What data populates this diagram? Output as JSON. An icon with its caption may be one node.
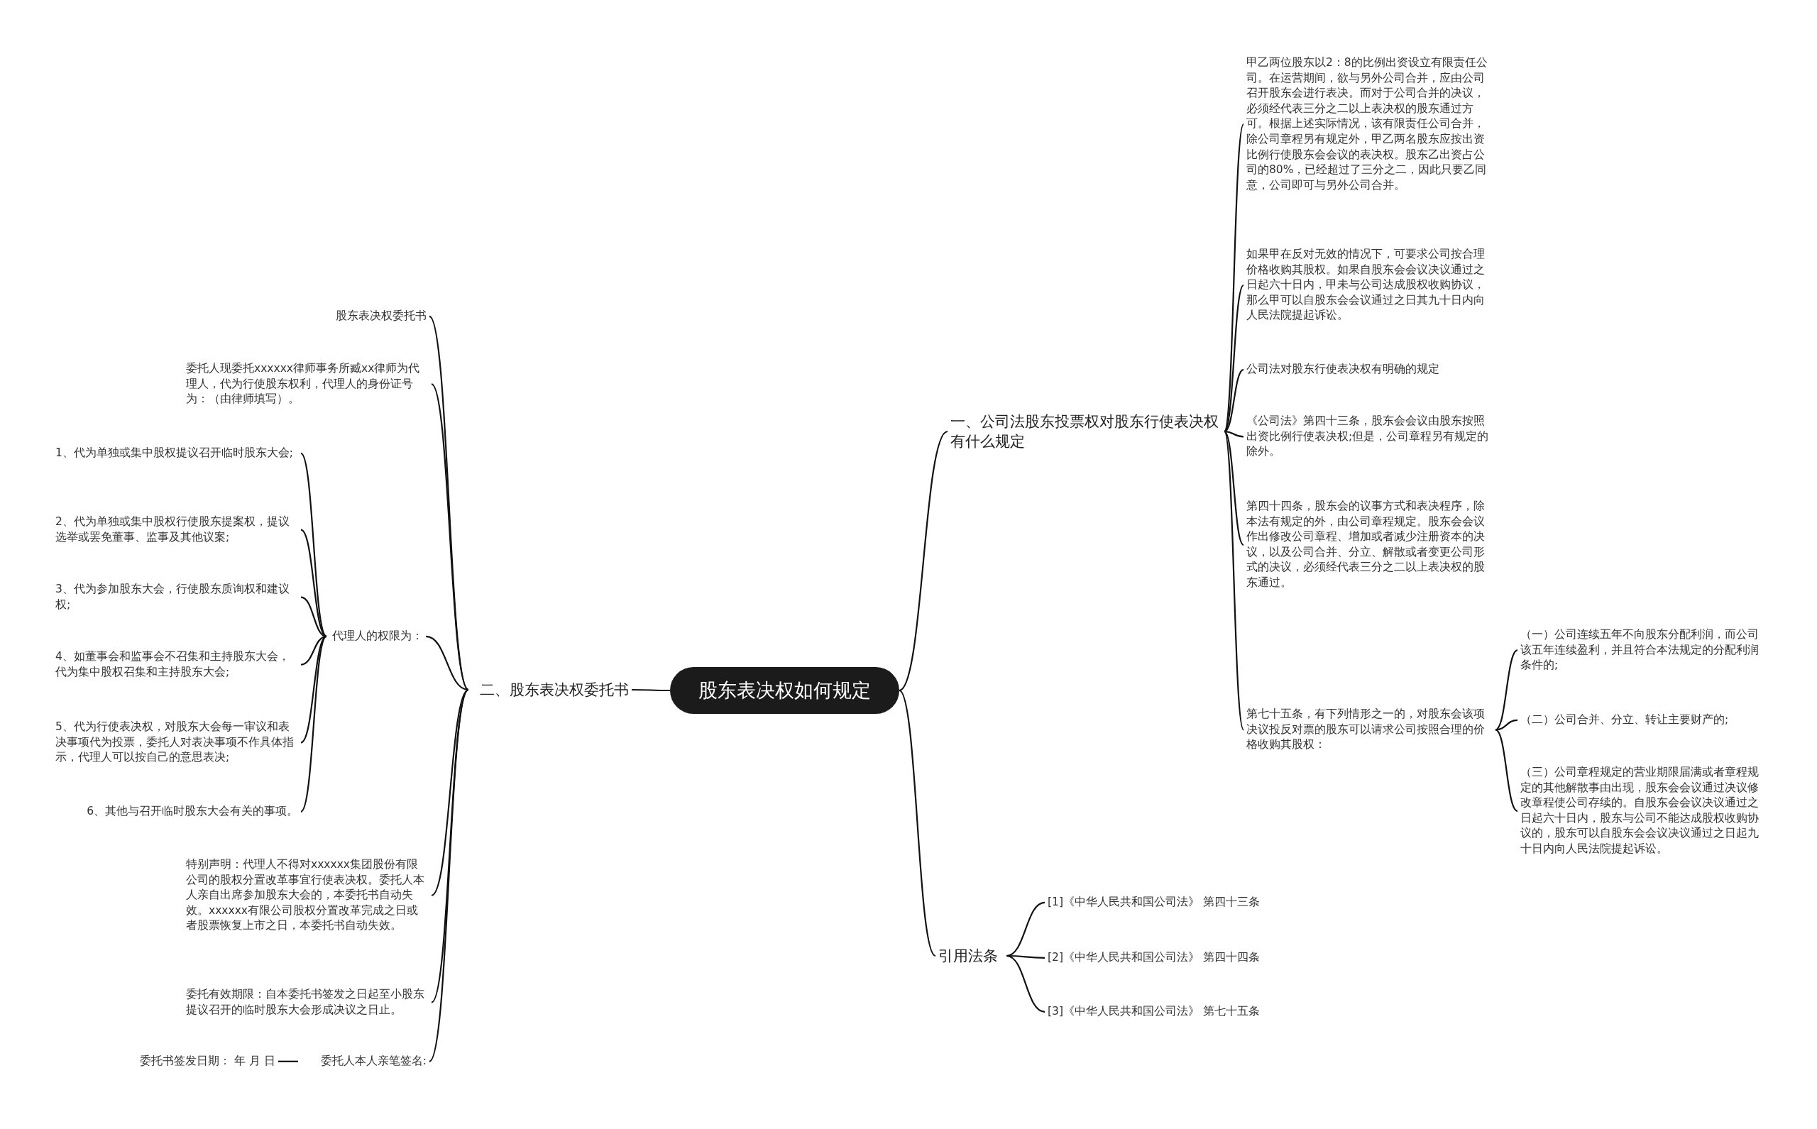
{
  "diagram": {
    "nodes": [
      {
        "text": [
          "股东表决权如何规定"
        ]
      },
      {
        "text": [
          "一、公司法股东投票权对股东行使表决权有什么规定"
        ]
      },
      {
        "text": [
          "甲乙两位股东以2：8的比例出资设立有限责任公司。在运营期间，欲与另外公司合并，应由公司召开股东会进行表决。而对于公司合并的决议，必须经代表三分之二以上表决权的股东通过方可。根据上述实际情况，该有限责任公司合并，除公司章程另有规定外，甲乙两名股东应按出资比例行使股东会会议的表决权。股东乙出资占公司的80%，已经超过了三分之二，因此只要乙同意，公司即可与另外公司合并。"
        ]
      },
      {
        "text": [
          "如果甲在反对无效的情况下，可要求公司按合理价格收购其股权。如果自股东会会议决议通过之日起六十日内，甲未与公司达成股权收购协议，那么甲可以自股东会会议通过之日其九十日内向人民法院提起诉讼。"
        ]
      },
      {
        "text": [
          "公司法对股东行使表决权有明确的规定"
        ]
      },
      {
        "text": [
          "《公司法》第四十三条，股东会会议由股东按照出资比例行使表决权;但是，公司章程另有规定的除外。"
        ]
      },
      {
        "text": [
          "第四十四条，股东会的议事方式和表决程序，除本法有规定的外，由公司章程规定。股东会会议作出修改公司章程、增加或者减少注册资本的决议，以及公司合并、分立、解散或者变更公司形式的决议，必须经代表三分之二以上表决权的股东通过。"
        ]
      },
      {
        "text": [
          "第七十五条，有下列情形之一的，对股东会该项决议投反对票的股东可以请求公司按照合理的价格收购其股权："
        ]
      },
      {
        "text": [
          "（一）公司连续五年不向股东分配利润，而公司该五年连续盈利，并且符合本法规定的分配利润条件的;"
        ]
      },
      {
        "text": [
          "（二）公司合并、分立、转让主要财产的;"
        ]
      },
      {
        "text": [
          "（三）公司章程规定的营业期限届满或者章程规定的其他解散事由出现，股东会会议通过决议修改章程使公司存续的。自股东会会议决议通过之日起六十日内，股东与公司不能达成股权收购协议的，股东可以自股东会会议决议通过之日起九十日内向人民法院提起诉讼。"
        ]
      },
      {
        "text": [
          "引用法条"
        ]
      },
      {
        "text": [
          "[1]《中华人民共和国公司法》 第四十三条"
        ]
      },
      {
        "text": [
          "[2]《中华人民共和国公司法》 第四十四条"
        ]
      },
      {
        "text": [
          "[3]《中华人民共和国公司法》 第七十五条"
        ]
      },
      {
        "text": [
          "二、股东表决权委托书"
        ]
      },
      {
        "text": [
          "股东表决权委托书"
        ]
      },
      {
        "text": [
          "委托人现委托xxxxxx律师事务所臧xx律师为代理人，代为行使股东权利，代理人的身份证号为：（由律师填写）。"
        ]
      },
      {
        "text": [
          "代理人的权限为："
        ]
      },
      {
        "text": [
          "1、代为单独或集中股权提议召开临时股东大会;"
        ]
      },
      {
        "text": [
          "2、代为单独或集中股权行使股东提案权，提议选举或罢免董事、监事及其他议案;"
        ]
      },
      {
        "text": [
          "3、代为参加股东大会，行使股东质询权和建议权;"
        ]
      },
      {
        "text": [
          "4、如董事会和监事会不召集和主持股东大会，代为集中股权召集和主持股东大会;"
        ]
      },
      {
        "text": [
          "5、代为行使表决权，对股东大会每一审议和表决事项代为投票，委托人对表决事项不作具体指示，代理人可以按自己的意思表决;"
        ]
      },
      {
        "text": [
          "6、其他与召开临时股东大会有关的事项。"
        ]
      },
      {
        "text": [
          "特别声明：代理人不得对xxxxxx集团股份有限公司的股权分置改革事宜行使表决权。委托人本人亲自出席参加股东大会的，本委托书自动失效。xxxxxx有限公司股权分置改革完成之日或者股票恢复上市之日，本委托书自动失效。"
        ]
      },
      {
        "text": [
          "委托有效期限：自本委托书签发之日起至小股东提议召开的临时股东大会形成决议之日止。"
        ]
      },
      {
        "text": [
          "委托人本人亲笔签名:"
        ]
      },
      {
        "text": [
          "委托书签发日期： 年 月 日"
        ]
      }
    ],
    "edges": [
      {
        "from": 0,
        "to": 1,
        "arrow": "none"
      },
      {
        "from": 0,
        "to": 11,
        "arrow": "none"
      },
      {
        "from": 0,
        "to": 15,
        "arrow": "none"
      },
      {
        "from": 1,
        "to": 2,
        "arrow": "none"
      },
      {
        "from": 1,
        "to": 3,
        "arrow": "none"
      },
      {
        "from": 1,
        "to": 4,
        "arrow": "none"
      },
      {
        "from": 1,
        "to": 5,
        "arrow": "none"
      },
      {
        "from": 1,
        "to": 6,
        "arrow": "none"
      },
      {
        "from": 1,
        "to": 7,
        "arrow": "none"
      },
      {
        "from": 7,
        "to": 8,
        "arrow": "none"
      },
      {
        "from": 7,
        "to": 9,
        "arrow": "none"
      },
      {
        "from": 7,
        "to": 10,
        "arrow": "none"
      },
      {
        "from": 11,
        "to": 12,
        "arrow": "none"
      },
      {
        "from": 11,
        "to": 13,
        "arrow": "none"
      },
      {
        "from": 11,
        "to": 14,
        "arrow": "none"
      },
      {
        "from": 15,
        "to": 16,
        "arrow": "none"
      },
      {
        "from": 15,
        "to": 17,
        "arrow": "none"
      },
      {
        "from": 15,
        "to": 18,
        "arrow": "none"
      },
      {
        "from": 15,
        "to": 25,
        "arrow": "none"
      },
      {
        "from": 15,
        "to": 26,
        "arrow": "none"
      },
      {
        "from": 15,
        "to": 27,
        "arrow": "none"
      },
      {
        "from": 18,
        "to": 19,
        "arrow": "none"
      },
      {
        "from": 18,
        "to": 20,
        "arrow": "none"
      },
      {
        "from": 18,
        "to": 21,
        "arrow": "none"
      },
      {
        "from": 18,
        "to": 22,
        "arrow": "none"
      },
      {
        "from": 18,
        "to": 23,
        "arrow": "none"
      },
      {
        "from": 18,
        "to": 24,
        "arrow": "none"
      },
      {
        "from": 27,
        "to": 28,
        "arrow": "none"
      }
    ]
  }
}
